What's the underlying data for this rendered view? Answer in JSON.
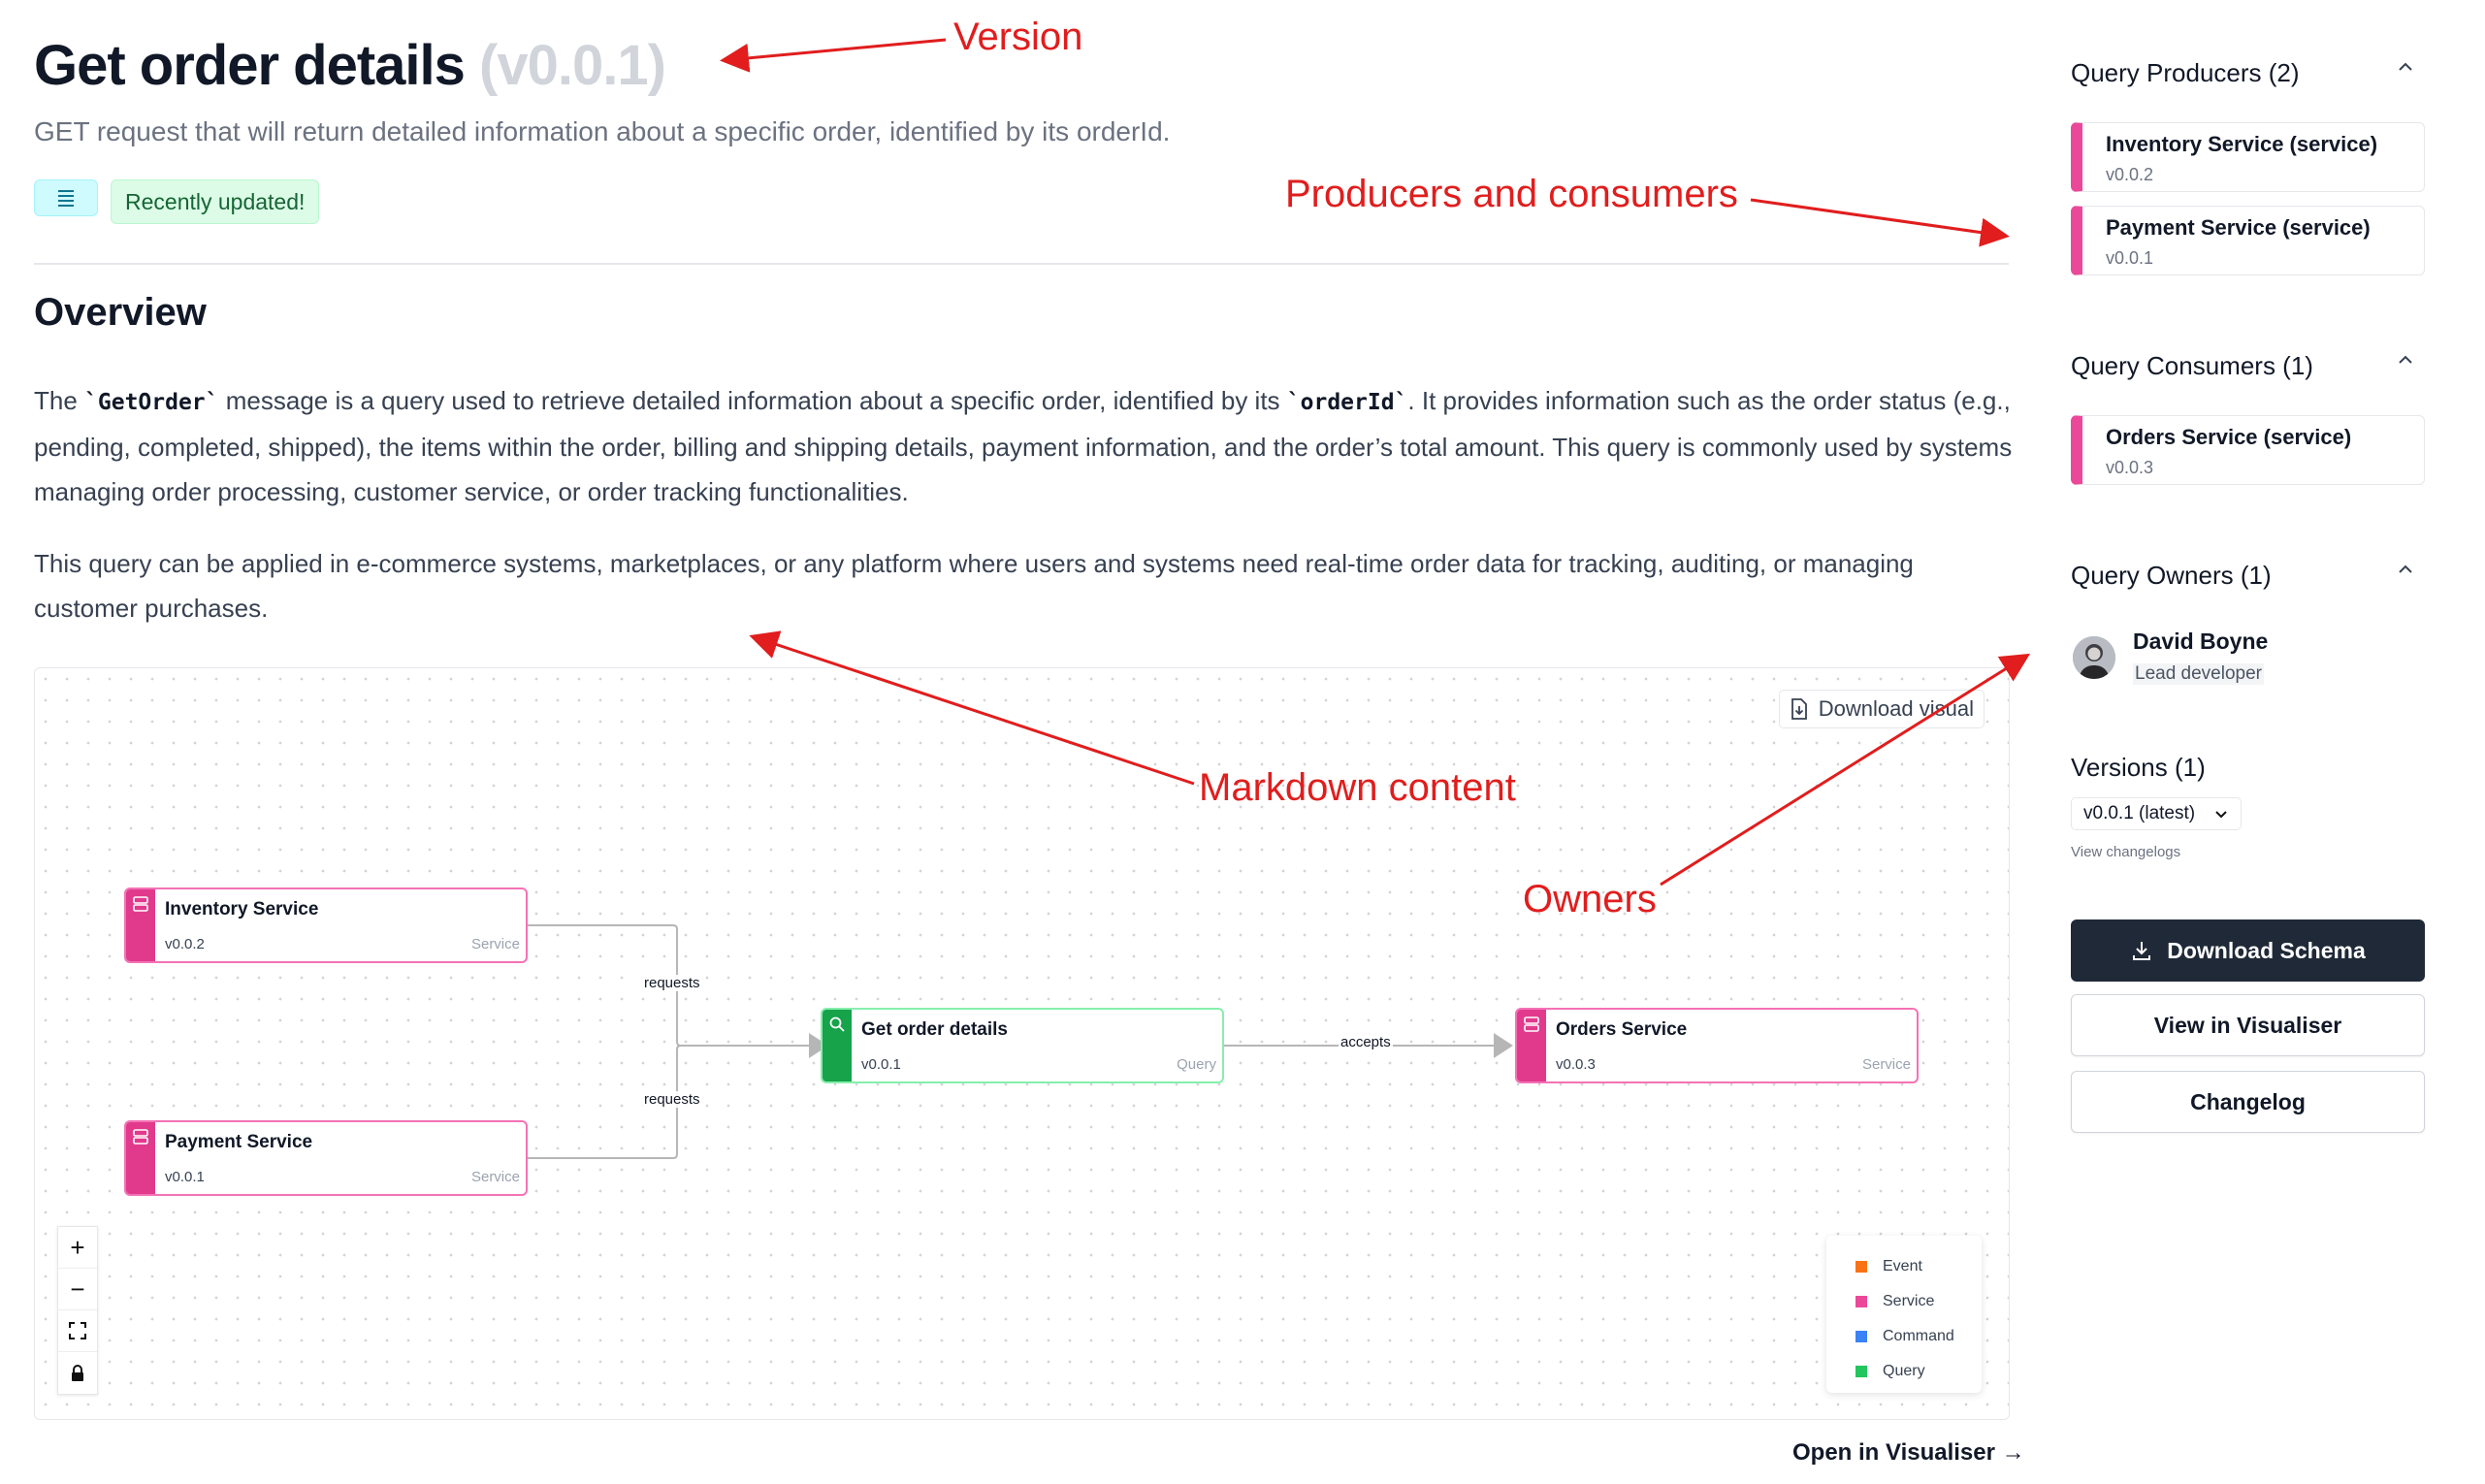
{
  "header": {
    "title": "Get order details",
    "version_label": "(v0.0.1)",
    "summary": "GET request that will return detailed information about a specific order, identified by its orderId.",
    "badge_updated": "Recently updated!"
  },
  "overview": {
    "heading": "Overview",
    "p1": {
      "t1": "The ",
      "code1": "`GetOrder`",
      "t2": " message is a query used to retrieve detailed information about a specific order, identified by its ",
      "code2": "`orderId`",
      "t3": ". It provides information such as the order status (e.g., pending, completed, shipped), the items within the order, billing and shipping details, payment information, and the order’s total amount. This query is commonly used by systems managing order processing, customer service, or order tracking functionalities."
    },
    "p2": "This query can be applied in e-commerce systems, marketplaces, or any platform where users and systems need real-time order data for tracking, auditing, or managing customer purchases."
  },
  "visual": {
    "download_label": "Download visual",
    "nodes": [
      {
        "name": "Inventory Service",
        "version": "v0.0.2",
        "type": "Service"
      },
      {
        "name": "Payment Service",
        "version": "v0.0.1",
        "type": "Service"
      },
      {
        "name": "Get order details",
        "version": "v0.0.1",
        "type": "Query"
      },
      {
        "name": "Orders Service",
        "version": "v0.0.3",
        "type": "Service"
      }
    ],
    "edge_labels": {
      "requests_top": "requests",
      "requests_bottom": "requests",
      "accepts": "accepts"
    },
    "controls": {
      "zoom_in": "+",
      "zoom_out": "−"
    },
    "legend": [
      {
        "label": "Event",
        "color": "#f97316"
      },
      {
        "label": "Service",
        "color": "#ec4899"
      },
      {
        "label": "Command",
        "color": "#3b82f6"
      },
      {
        "label": "Query",
        "color": "#22c55e"
      }
    ],
    "open_label": "Open in Visualiser →"
  },
  "sidebar": {
    "producers": {
      "heading": "Query Producers (2)",
      "items": [
        {
          "name": "Inventory Service (service)",
          "version": "v0.0.2"
        },
        {
          "name": "Payment Service (service)",
          "version": "v0.0.1"
        }
      ]
    },
    "consumers": {
      "heading": "Query Consumers (1)",
      "items": [
        {
          "name": "Orders Service (service)",
          "version": "v0.0.3"
        }
      ]
    },
    "owners": {
      "heading": "Query Owners (1)",
      "items": [
        {
          "name": "David Boyne",
          "role": "Lead developer"
        }
      ]
    },
    "versions": {
      "heading": "Versions (1)",
      "selected": "v0.0.1 (latest)",
      "changelogs_link": "View changelogs"
    },
    "buttons": {
      "download_schema": "Download Schema",
      "view_visualiser": "View in Visualiser",
      "changelog": "Changelog"
    }
  },
  "annotations": {
    "version": "Version",
    "producers_consumers": "Producers and consumers",
    "markdown": "Markdown content",
    "owners": "Owners"
  },
  "colors": {
    "service": "#ec4899",
    "query": "#16a34a",
    "annotation": "#e11d1d",
    "primary_button": "#1f2937"
  }
}
